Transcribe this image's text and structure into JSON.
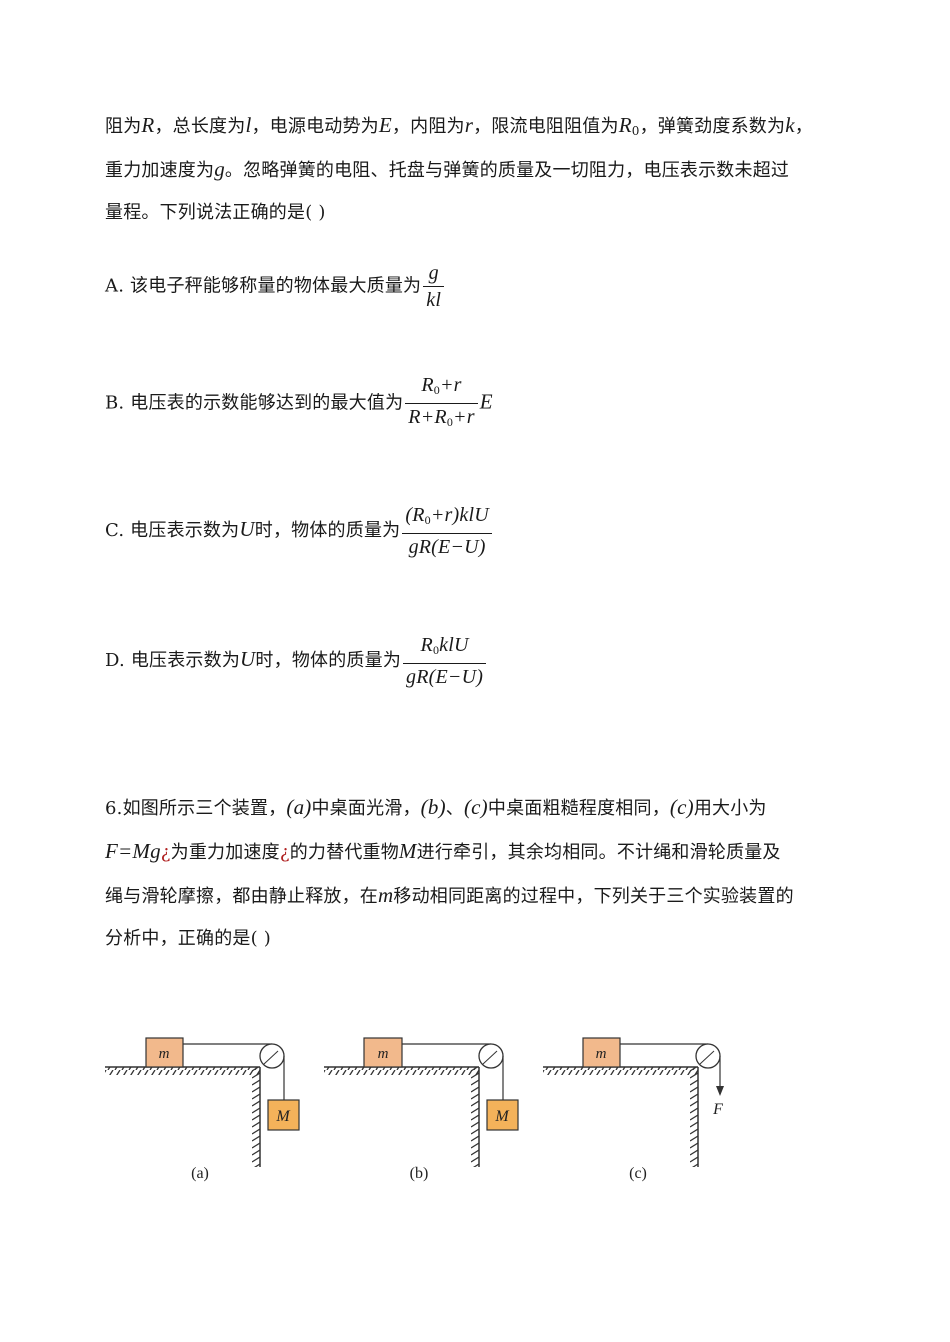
{
  "question5": {
    "stem": {
      "line1": [
        "阻为",
        "R",
        "，总长度为",
        "l",
        "，电源电动势为",
        "E",
        "，内阻为",
        "r",
        "，限流电阻阻值为",
        "R",
        "0",
        "，弹簧劲度系数为",
        "k",
        "，"
      ],
      "line2_a": "重力加速度为",
      "line2_var": "g",
      "line2_b": "。忽略弹簧的电阻、托盘与弹簧的质量及一切阻力，电压表示数未超过",
      "line3": "量程。下列说法正确的是(    )"
    },
    "options": {
      "A": {
        "label": "A. 该电子秤能够称量的物体最大质量为",
        "num": "g",
        "den": "kl"
      },
      "B": {
        "label": "B. 电压表的示数能够达到的最大值为",
        "num_a": "R",
        "num_sub": "0",
        "num_b": "+r",
        "den_a": "R+R",
        "den_sub": "0",
        "den_b": "+r",
        "suffix": "E"
      },
      "C": {
        "label_a": "C. 电压表示数为",
        "var": "U",
        "label_b": "时，物体的质量为",
        "num_a": "(R",
        "num_sub": "0",
        "num_b": "+r)klU",
        "den": "gR(E−U)"
      },
      "D": {
        "label_a": "D. 电压表示数为",
        "var": "U",
        "label_b": "时，物体的质量为",
        "num_a": "R",
        "num_sub": "0",
        "num_b": "klU",
        "den": "gR(E−U)"
      }
    }
  },
  "question6": {
    "line1": {
      "a": "6.如图所示三个装置，",
      "p1": "(a)",
      "b": "中桌面光滑，",
      "p2": "(b)",
      "c": "、",
      "p3": "(c)",
      "d": "中桌面粗糙程度相同，",
      "p4": "(c)",
      "e": "用大小为"
    },
    "line2": {
      "formula": "F=Mg",
      "glitch1": "¿",
      "a": "为重力加速度",
      "glitch2": "¿",
      "b": "的力替代重物",
      "var": "M",
      "c": "进行牵引，其余均相同。不计绳和滑轮质量及"
    },
    "line3": {
      "a": "绳与滑轮摩擦，都由静止释放，在",
      "var": "m",
      "b": "移动相同距离的过程中，下列关于三个实验装置的"
    },
    "line4": "分析中，正确的是(    )",
    "figure": {
      "panels": [
        {
          "caption": "(a)",
          "block_top": "m",
          "hanging": "M"
        },
        {
          "caption": "(b)",
          "block_top": "m",
          "hanging": "M"
        },
        {
          "caption": "(c)",
          "block_top": "m",
          "force": "F"
        }
      ],
      "colors": {
        "block_m": "#F2B98C",
        "block_M": "#F4B25A",
        "stroke": "#333333"
      }
    }
  }
}
